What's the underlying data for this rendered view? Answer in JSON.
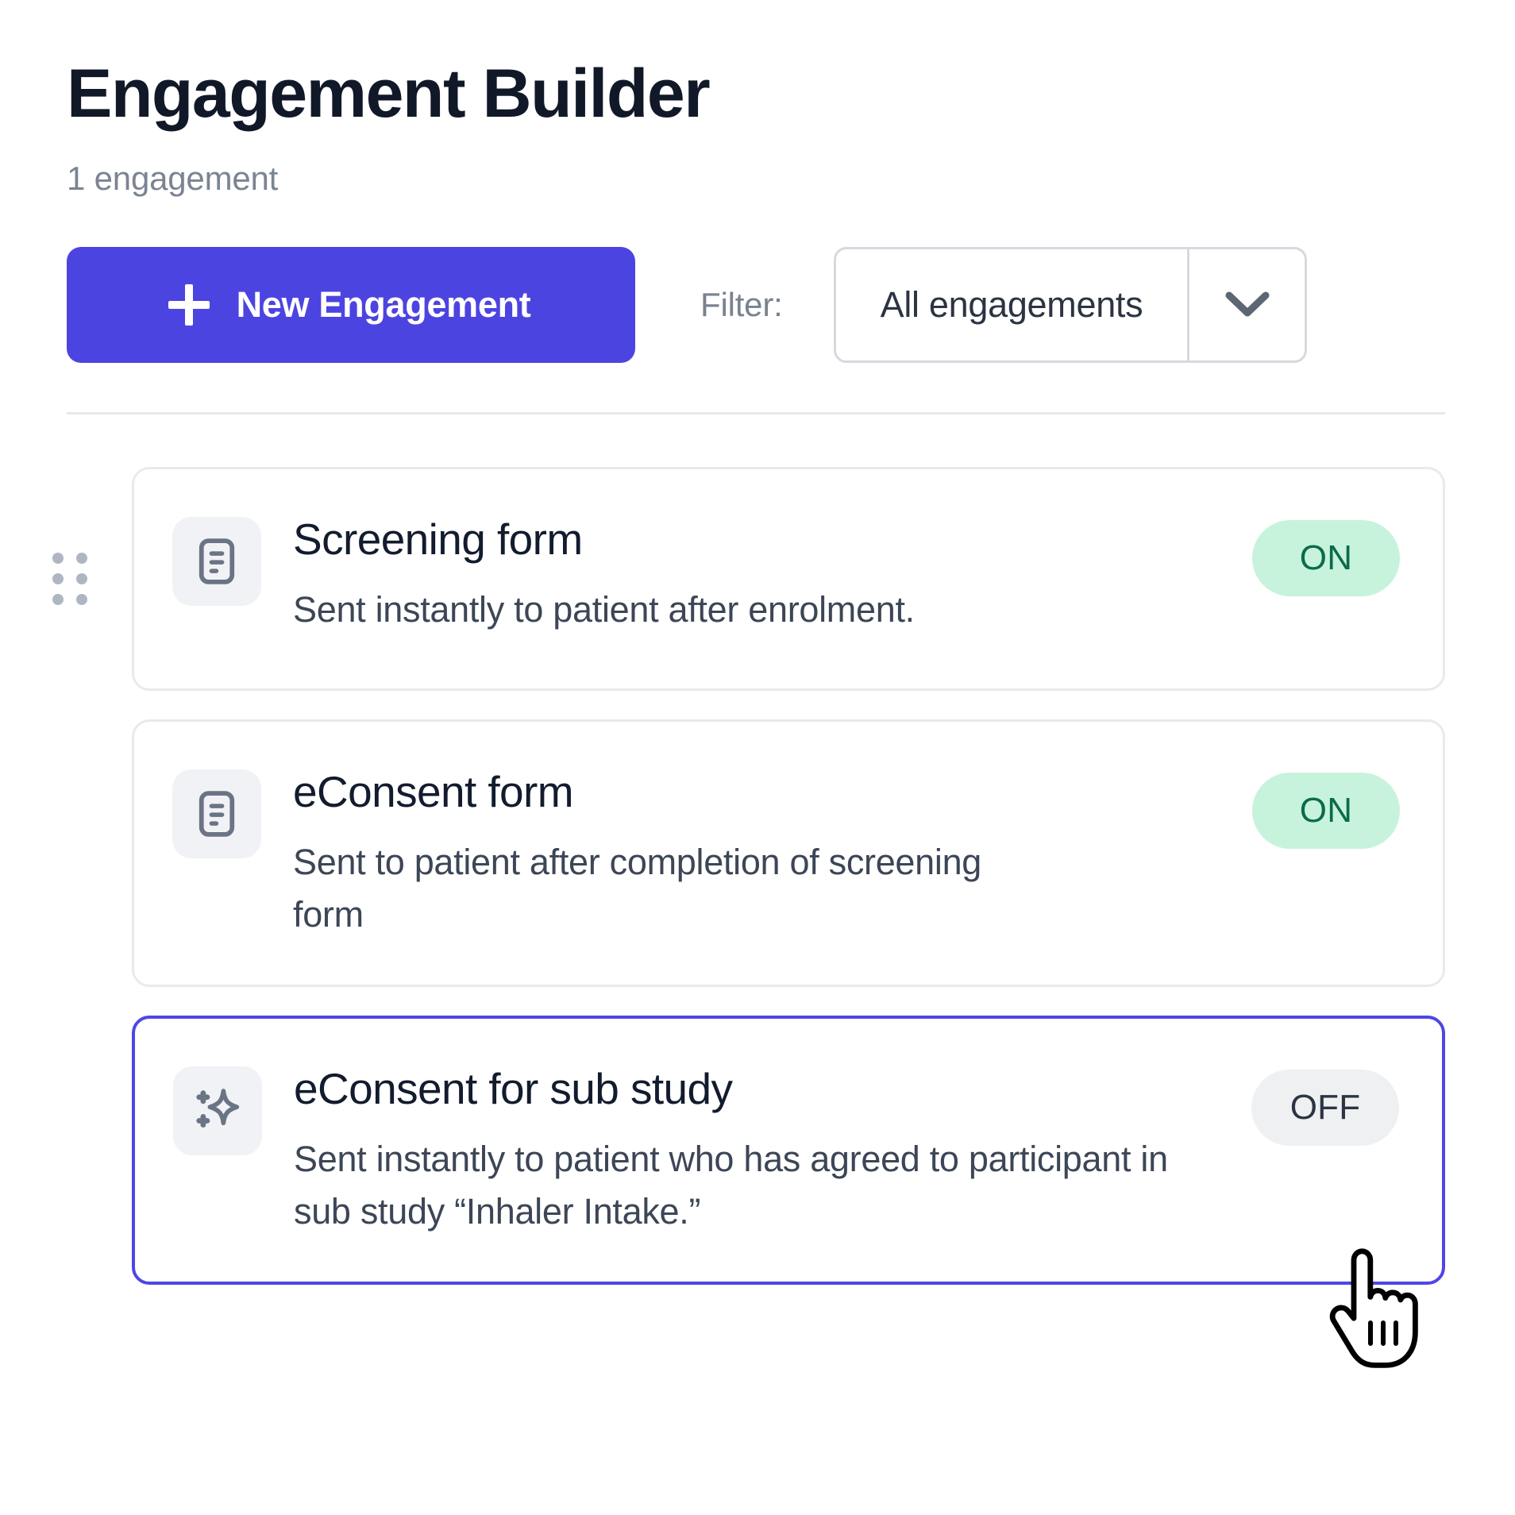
{
  "header": {
    "title": "Engagement Builder",
    "subtitle": "1 engagement"
  },
  "toolbar": {
    "new_engagement_label": "New Engagement",
    "plus_icon": "plus-icon",
    "filter_label": "Filter:",
    "filter_selected": "All engagements",
    "filter_chevron_icon": "chevron-down-icon"
  },
  "colors": {
    "accent": "#4c44e0",
    "selected_border": "#4f46e5",
    "badge_on_bg": "#c7f3dd",
    "badge_on_text": "#0b6b4b",
    "badge_off_bg": "#eef0f2",
    "badge_off_text": "#2c3443",
    "title_text": "#111827",
    "muted_text": "#7b8492",
    "card_border": "#e8eaee",
    "icon_tile_bg": "#f1f2f5",
    "icon_glyph": "#6b7484"
  },
  "cards": [
    {
      "icon": "form-document-icon",
      "title": "Screening form",
      "description": "Sent instantly to patient after enrolment.",
      "status": "ON",
      "status_state": "on",
      "selected": false,
      "drag_handle": "drag-handle-icon"
    },
    {
      "icon": "form-document-icon",
      "title": "eConsent form",
      "description": "Sent to patient after completion of screening form",
      "status": "ON",
      "status_state": "on",
      "selected": false,
      "drag_handle": "drag-handle-icon"
    },
    {
      "icon": "sparkles-icon",
      "title": "eConsent for sub study",
      "description": "Sent instantly to patient who has agreed to participant in sub study “Inhaler Intake.”",
      "status": "OFF",
      "status_state": "off",
      "selected": true,
      "drag_handle": "drag-handle-icon"
    }
  ],
  "cursor": {
    "icon": "pointing-hand-cursor"
  }
}
